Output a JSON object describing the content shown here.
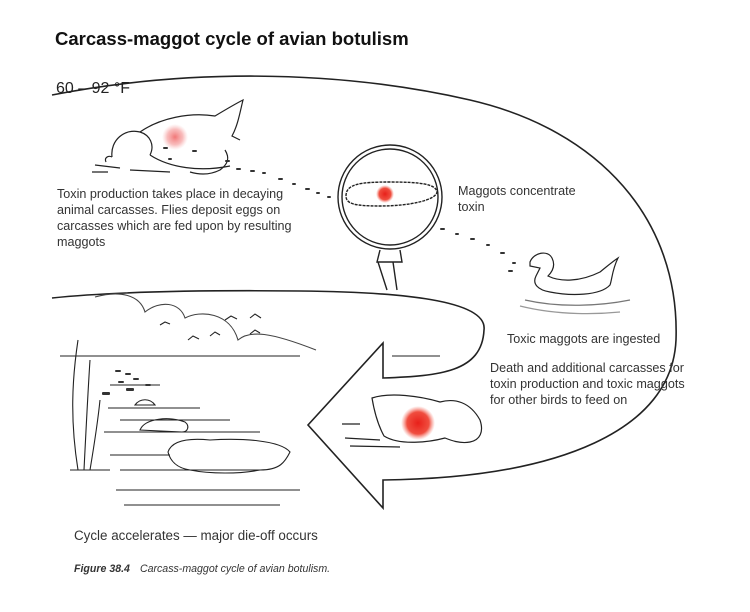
{
  "figure": {
    "title": "Carcass-maggot cycle of avian botulism",
    "temperature_range": "60 – 92 °F",
    "labels": {
      "toxin_production": "Toxin production takes place in decaying animal carcasses. Flies deposit eggs on carcasses which are fed upon by resulting maggots",
      "maggots_concentrate": "Maggots concentrate toxin",
      "maggots_ingested": "Toxic maggots are ingested",
      "death_additional": "Death and additional carcasses for toxin production and toxic maggots for other birds to feed on",
      "cycle_accelerates": "Cycle accelerates — major die-off occurs"
    },
    "caption": {
      "number": "Figure 38.4",
      "text": "Carcass-maggot cycle of avian botulism."
    },
    "illustrations": [
      "decaying-carcass-with-maggots",
      "magnifying-glass-maggot",
      "duck-eating-maggots",
      "dying-bird-carcass",
      "wetland-die-off-scene",
      "cycle-arrow"
    ],
    "colors": {
      "toxin_highlight": "#ee3322",
      "line": "#222222",
      "text": "#333333"
    }
  }
}
